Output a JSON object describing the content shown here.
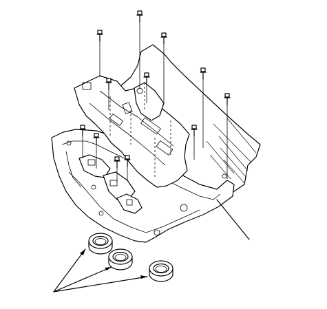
{
  "diagram": {
    "kind": "exploded parts illustration",
    "labels": [],
    "screw_count": 8,
    "clip_count": 3
  },
  "colors": {
    "line": "#000000",
    "background": "#ffffff"
  }
}
